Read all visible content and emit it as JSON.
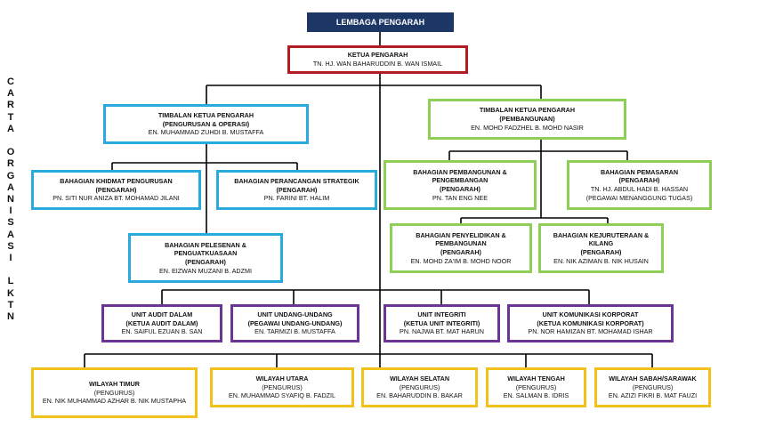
{
  "side_title": "CARTA ORGANISASI LKTN",
  "board": "LEMBAGA PENGARAH",
  "ceo": {
    "title": "KETUA PENGARAH",
    "name": "TN. HJ. WAN BAHARUDDIN B. WAN ISMAIL"
  },
  "deputy_ops": {
    "title1": "TIMBALAN KETUA PENGARAH",
    "title2": "(PENGURUSAN & OPERASI)",
    "name": "EN. MUHAMMAD ZUHDI B. MUSTAFFA"
  },
  "deputy_dev": {
    "title1": "TIMBALAN  KETUA PENGARAH",
    "title2": "(PEMBANGUNAN)",
    "name": "EN. MOHD FADZHEL B. MOHD NASIR"
  },
  "khidmat": {
    "title": "BAHAGIAN KHIDMAT PENGURUSAN",
    "role": "(PENGARAH)",
    "name": "PN. SITI NUR ANIZA BT. MOHAMAD JILANI"
  },
  "strategik": {
    "title": "BAHAGIAN PERANCANGAN STRATEGIK",
    "role": "(PENGARAH)",
    "name": "PN. FARINI BT. HALIM"
  },
  "pelesenan": {
    "title1": "BAHAGIAN PELESENAN &",
    "title2": "PENGUATKUASAAN",
    "role": "(PENGARAH)",
    "name": "EN. EIZWAN MUZANI B. ADZMI"
  },
  "pembangunan": {
    "title1": "BAHAGIAN PEMBANGUNAN &",
    "title2": "PENGEMBANGAN",
    "role": "(PENGARAH)",
    "name": "PN. TAN ENG NEE"
  },
  "pemasaran": {
    "title": "BAHAGIAN PEMASARAN",
    "role": "(PENGARAH)",
    "name": "TN. HJ. ABDUL HADI B. HASSAN",
    "note": "(PEGAWAI MENANGGUNG TUGAS)"
  },
  "penyelidikan": {
    "title1": "BAHAGIAN PENYELIDIKAN &",
    "title2": "PEMBANGUNAN",
    "role": "(PENGARAH)",
    "name": "EN. MOHD ZA'IM B. MOHD NOOR"
  },
  "kejuruteraan": {
    "title1": "BAHAGIAN KEJURUTERAAN &",
    "title2": "KILANG",
    "role": "(PENGARAH)",
    "name": "EN. NIK AZIMAN B. NIK HUSAIN"
  },
  "units": [
    {
      "title": "UNIT AUDIT DALAM",
      "role": "(KETUA AUDIT DALAM)",
      "name": "EN. SAIFUL EZUAN B. SAN"
    },
    {
      "title": "UNIT UNDANG-UNDANG",
      "role": "(PEGAWAI UNDANG-UNDANG)",
      "name": "EN. TARMIZI B. MUSTAFFA"
    },
    {
      "title": "UNIT INTEGRITI",
      "role": "(KETUA UNIT INTEGRITI)",
      "name": "PN. NAJWA BT. MAT HARUN"
    },
    {
      "title": "UNIT KOMUNIKASI KORPORAT",
      "role": "(KETUA KOMUNIKASI KORPORAT)",
      "name": "PN. NOR HAMIZAN BT. MOHAMAD ISHAR"
    }
  ],
  "regions": [
    {
      "title": "WILAYAH TIMUR",
      "role": "(PENGURUS)",
      "name": "EN. NIK MUHAMMAD AZHAR B. NIK MUSTAPHA"
    },
    {
      "title": "WILAYAH UTARA",
      "role": "(PENGURUS)",
      "name": "EN. MUHAMMAD SYAFIQ B. FADZIL"
    },
    {
      "title": "WILAYAH SELATAN",
      "role": "(PENGURUS)",
      "name": "EN. BAHARUDDIN B. BAKAR"
    },
    {
      "title": "WILAYAH TENGAH",
      "role": "(PENGURUS)",
      "name": "EN. SALMAN B. IDRIS"
    },
    {
      "title": "WILAYAH SABAH/SARAWAK",
      "role": "(PENGURUS)",
      "name": "EN. AZIZI FIKRI B. MAT FAUZI"
    }
  ],
  "colors": {
    "board": "#1c3766",
    "ceo": "#b31b22",
    "ops": "#2aa9dd",
    "dev": "#8fce57",
    "units": "#6b3596",
    "regions": "#f2c21a"
  }
}
